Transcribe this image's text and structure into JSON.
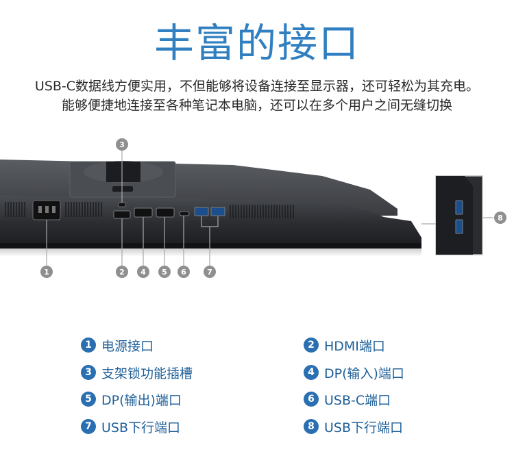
{
  "title": "丰富的接口",
  "description": {
    "line1": "USB-C数据线方便实用，不但能够将设备连接至显示器，还可轻松为其充电。",
    "line2": "能够便捷地连接至各种笔记本电脑，还可以在多个用户之间无缝切换"
  },
  "callouts": [
    "1",
    "2",
    "3",
    "4",
    "5",
    "6",
    "7",
    "8"
  ],
  "legend": [
    {
      "num": "1",
      "label": "电源接口"
    },
    {
      "num": "2",
      "label": "HDMI端口"
    },
    {
      "num": "3",
      "label": "支架锁功能插槽"
    },
    {
      "num": "4",
      "label": "DP(输入)端口"
    },
    {
      "num": "5",
      "label": "DP(输出)端口"
    },
    {
      "num": "6",
      "label": "USB-C端口"
    },
    {
      "num": "7",
      "label": "USB下行端口"
    },
    {
      "num": "8",
      "label": "USB下行端口"
    }
  ],
  "colors": {
    "title": "#2f7fc1",
    "legend_text": "#1e5f99",
    "badge": "#2a6fb2",
    "callout": "#8f8f8f"
  }
}
